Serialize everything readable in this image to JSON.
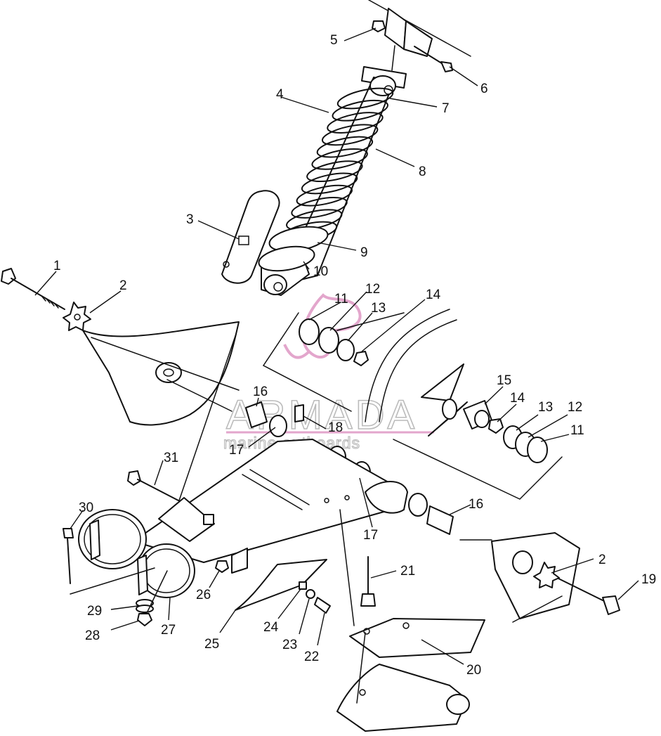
{
  "watermark": {
    "brand": "ARMADA",
    "tagline": "marine outboards",
    "accent_color": "#e3a6cc"
  },
  "callouts": [
    {
      "id": "c1",
      "text": "1"
    },
    {
      "id": "c2a",
      "text": "2"
    },
    {
      "id": "c2b",
      "text": "2"
    },
    {
      "id": "c3",
      "text": "3"
    },
    {
      "id": "c4",
      "text": "4"
    },
    {
      "id": "c5",
      "text": "5"
    },
    {
      "id": "c6",
      "text": "6"
    },
    {
      "id": "c7",
      "text": "7"
    },
    {
      "id": "c8",
      "text": "8"
    },
    {
      "id": "c9",
      "text": "9"
    },
    {
      "id": "c10",
      "text": "10"
    },
    {
      "id": "c11a",
      "text": "11"
    },
    {
      "id": "c11b",
      "text": "11"
    },
    {
      "id": "c12a",
      "text": "12"
    },
    {
      "id": "c12b",
      "text": "12"
    },
    {
      "id": "c13a",
      "text": "13"
    },
    {
      "id": "c13b",
      "text": "13"
    },
    {
      "id": "c14a",
      "text": "14"
    },
    {
      "id": "c14b",
      "text": "14"
    },
    {
      "id": "c15",
      "text": "15"
    },
    {
      "id": "c16a",
      "text": "16"
    },
    {
      "id": "c16b",
      "text": "16"
    },
    {
      "id": "c17a",
      "text": "17"
    },
    {
      "id": "c17b",
      "text": "17"
    },
    {
      "id": "c18",
      "text": "18"
    },
    {
      "id": "c19",
      "text": "19"
    },
    {
      "id": "c20",
      "text": "20"
    },
    {
      "id": "c21",
      "text": "21"
    },
    {
      "id": "c22",
      "text": "22"
    },
    {
      "id": "c23",
      "text": "23"
    },
    {
      "id": "c24",
      "text": "24"
    },
    {
      "id": "c25",
      "text": "25"
    },
    {
      "id": "c26",
      "text": "26"
    },
    {
      "id": "c27",
      "text": "27"
    },
    {
      "id": "c28",
      "text": "28"
    },
    {
      "id": "c29",
      "text": "29"
    },
    {
      "id": "c30",
      "text": "30"
    },
    {
      "id": "c31",
      "text": "31"
    }
  ]
}
